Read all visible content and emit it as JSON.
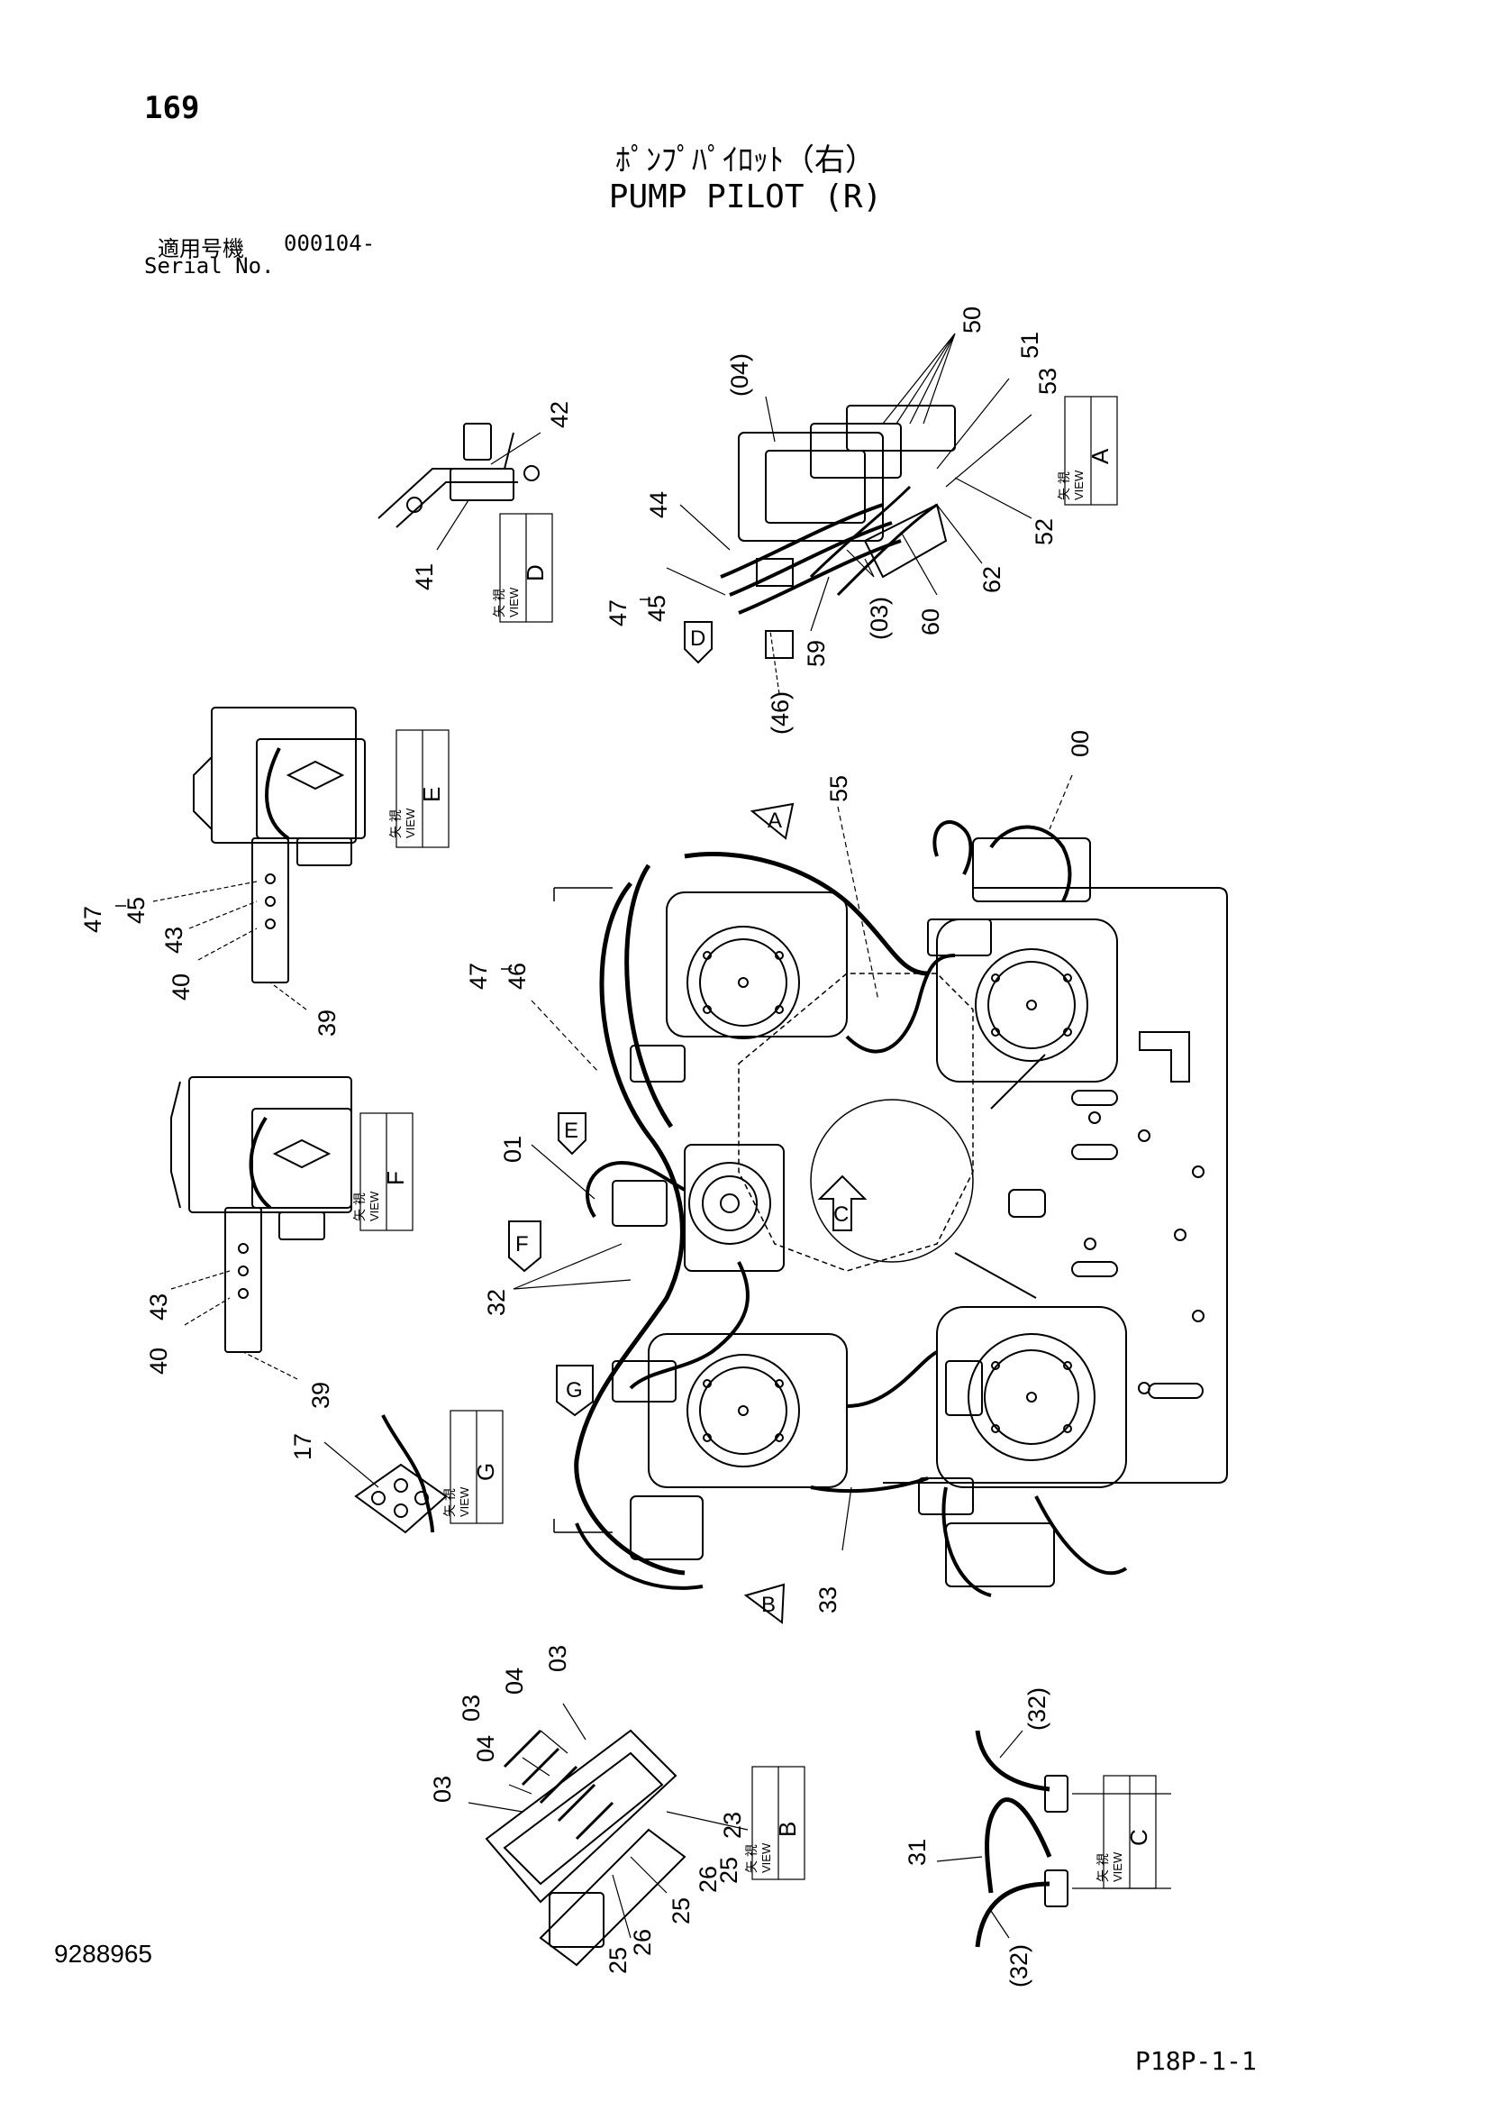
{
  "header": {
    "page_number": "169",
    "title_jp": "ﾎﾟﾝﾌﾟﾊﾟｲﾛｯﾄ（右）",
    "title_en": "PUMP PILOT (R)",
    "serial_label_jp": "適用号機",
    "serial_value": "000104-",
    "serial_label_en": "Serial No."
  },
  "view_labels": {
    "jp": "矢 視",
    "en": "VIEW",
    "views": [
      "A",
      "B",
      "C",
      "D",
      "E",
      "F",
      "G"
    ]
  },
  "callouts": {
    "view_a": [
      "50",
      "51",
      "53",
      "52",
      "62",
      "60",
      "(03)",
      "59",
      "(46)",
      "45",
      "47",
      "44",
      "(04)"
    ],
    "view_d": [
      "42",
      "41"
    ],
    "view_e": [
      "47",
      "45",
      "43",
      "40",
      "39"
    ],
    "view_f": [
      "43",
      "40",
      "39"
    ],
    "view_g": [
      "17"
    ],
    "main": [
      "55",
      "00",
      "47",
      "46",
      "01",
      "32",
      "33"
    ],
    "view_b": [
      "03",
      "04",
      "03",
      "04",
      "03",
      "23",
      "25",
      "26",
      "25",
      "26",
      "25"
    ],
    "view_c": [
      "(32)",
      "31",
      "(32)"
    ]
  },
  "footer": {
    "drawing_number": "9288965",
    "page_code": "P18P-1-1"
  }
}
